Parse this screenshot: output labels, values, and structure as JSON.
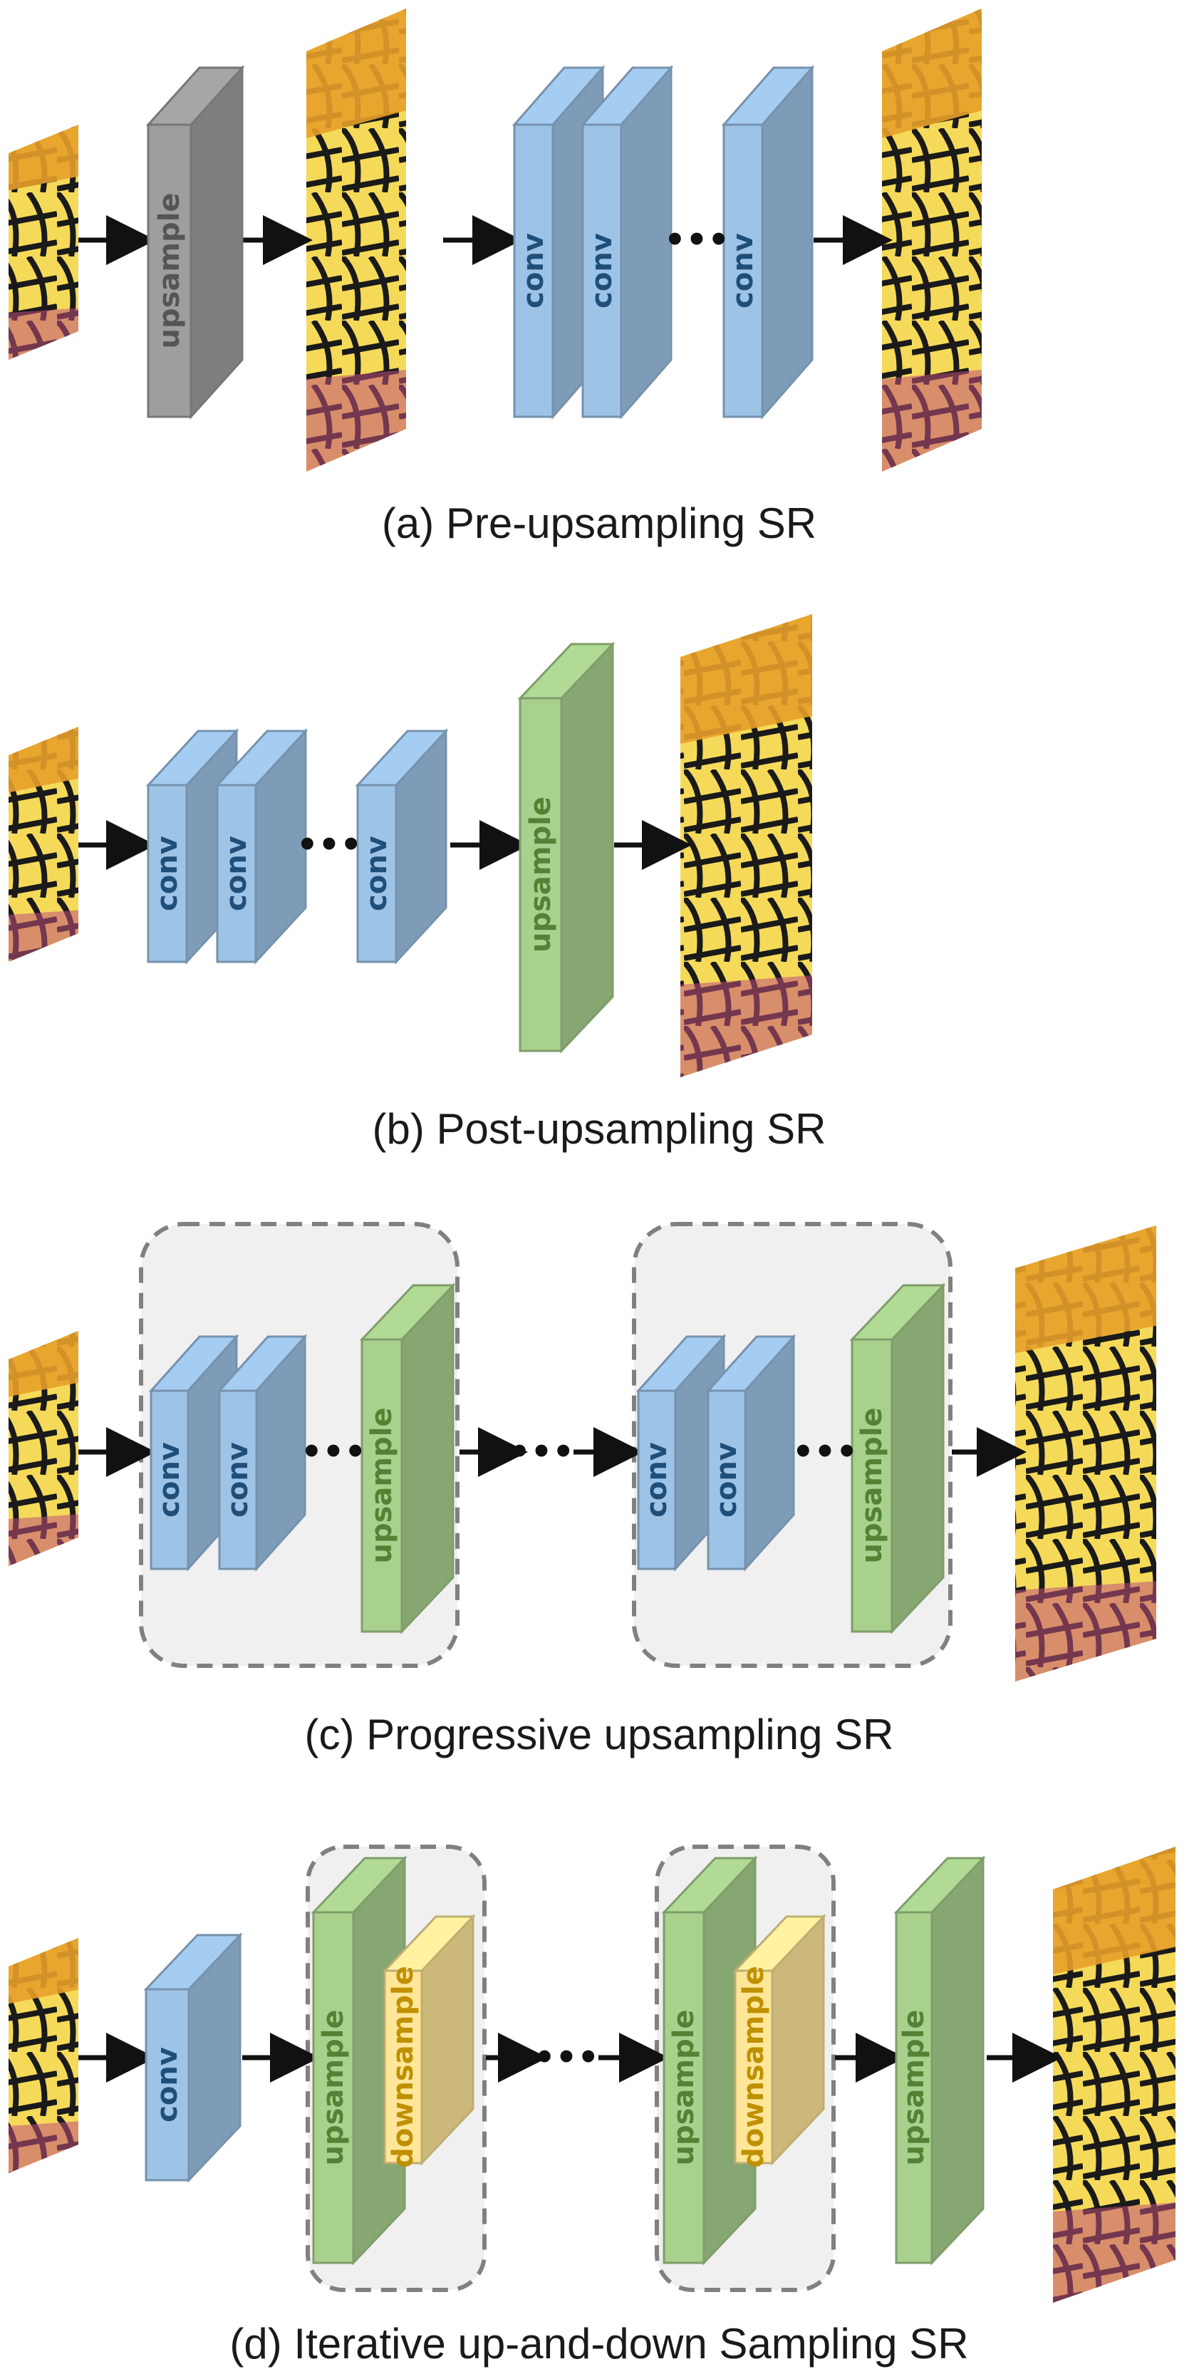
{
  "captions": {
    "a": "(a) Pre-upsampling SR",
    "b": "(b) Post-upsampling SR",
    "c": "(c) Progressive upsampling SR",
    "d": "(d) Iterative up-and-down Sampling SR"
  },
  "labels": {
    "conv": "conv",
    "upsample": "upsample",
    "downsample": "downsample",
    "ellipsis": "•••"
  },
  "colors": {
    "upsample_gray": "#9e9e9e",
    "conv_blue": "#9dc3e6",
    "conv_text": "#1f4e79",
    "upsample_green": "#a9d18e",
    "upsample_green_text": "#548235",
    "downsample_yellow": "#ffe699",
    "downsample_text": "#bf9000",
    "group_bg": "#f0f0f0",
    "group_border": "#808080"
  }
}
